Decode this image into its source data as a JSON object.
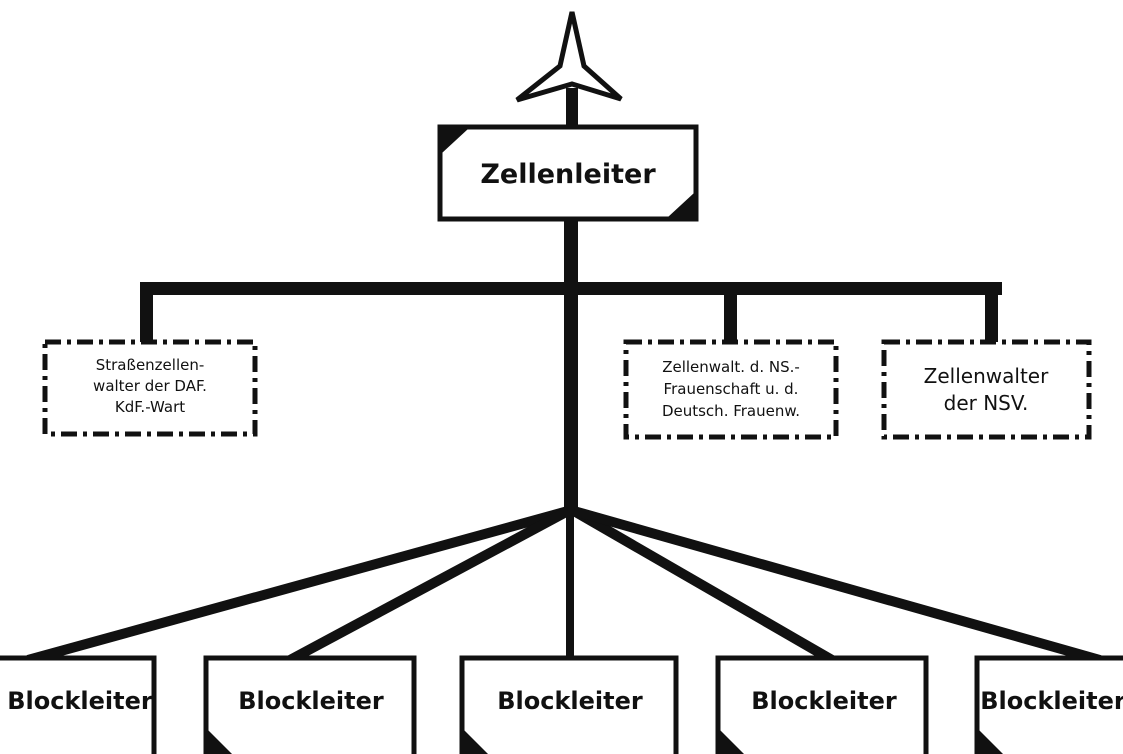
{
  "nodes": {
    "top": {
      "label": "Zellenleiter"
    },
    "staff": [
      {
        "lines": [
          "Straßenzellen-",
          "walter der DAF.",
          "KdF.-Wart"
        ]
      },
      {
        "lines": [
          "Zellenwalt. d. NS.-",
          "Frauenschaft u. d.",
          "Deutsch. Frauenw."
        ]
      },
      {
        "lines": [
          "Zellenwalter",
          "der NSV."
        ]
      }
    ],
    "blocks": [
      {
        "label": "Blockleiter"
      },
      {
        "label": "Blockleiter"
      },
      {
        "label": "Blockleiter"
      },
      {
        "label": "Blockleiter"
      },
      {
        "label": "Blockleiter"
      }
    ]
  },
  "icons": {
    "emblem": "rune-arrow-icon"
  }
}
